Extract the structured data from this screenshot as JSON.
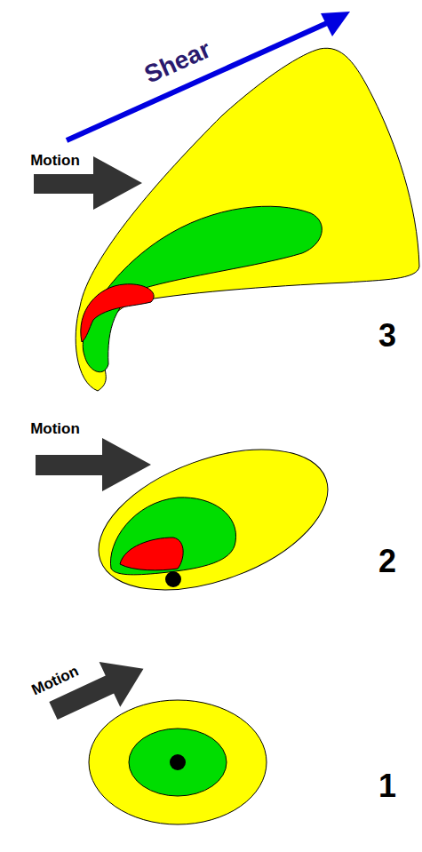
{
  "diagram": {
    "labels": [
      "Shear",
      "Motion",
      "3",
      "Motion",
      "2",
      "Motion",
      "1"
    ]
  }
}
